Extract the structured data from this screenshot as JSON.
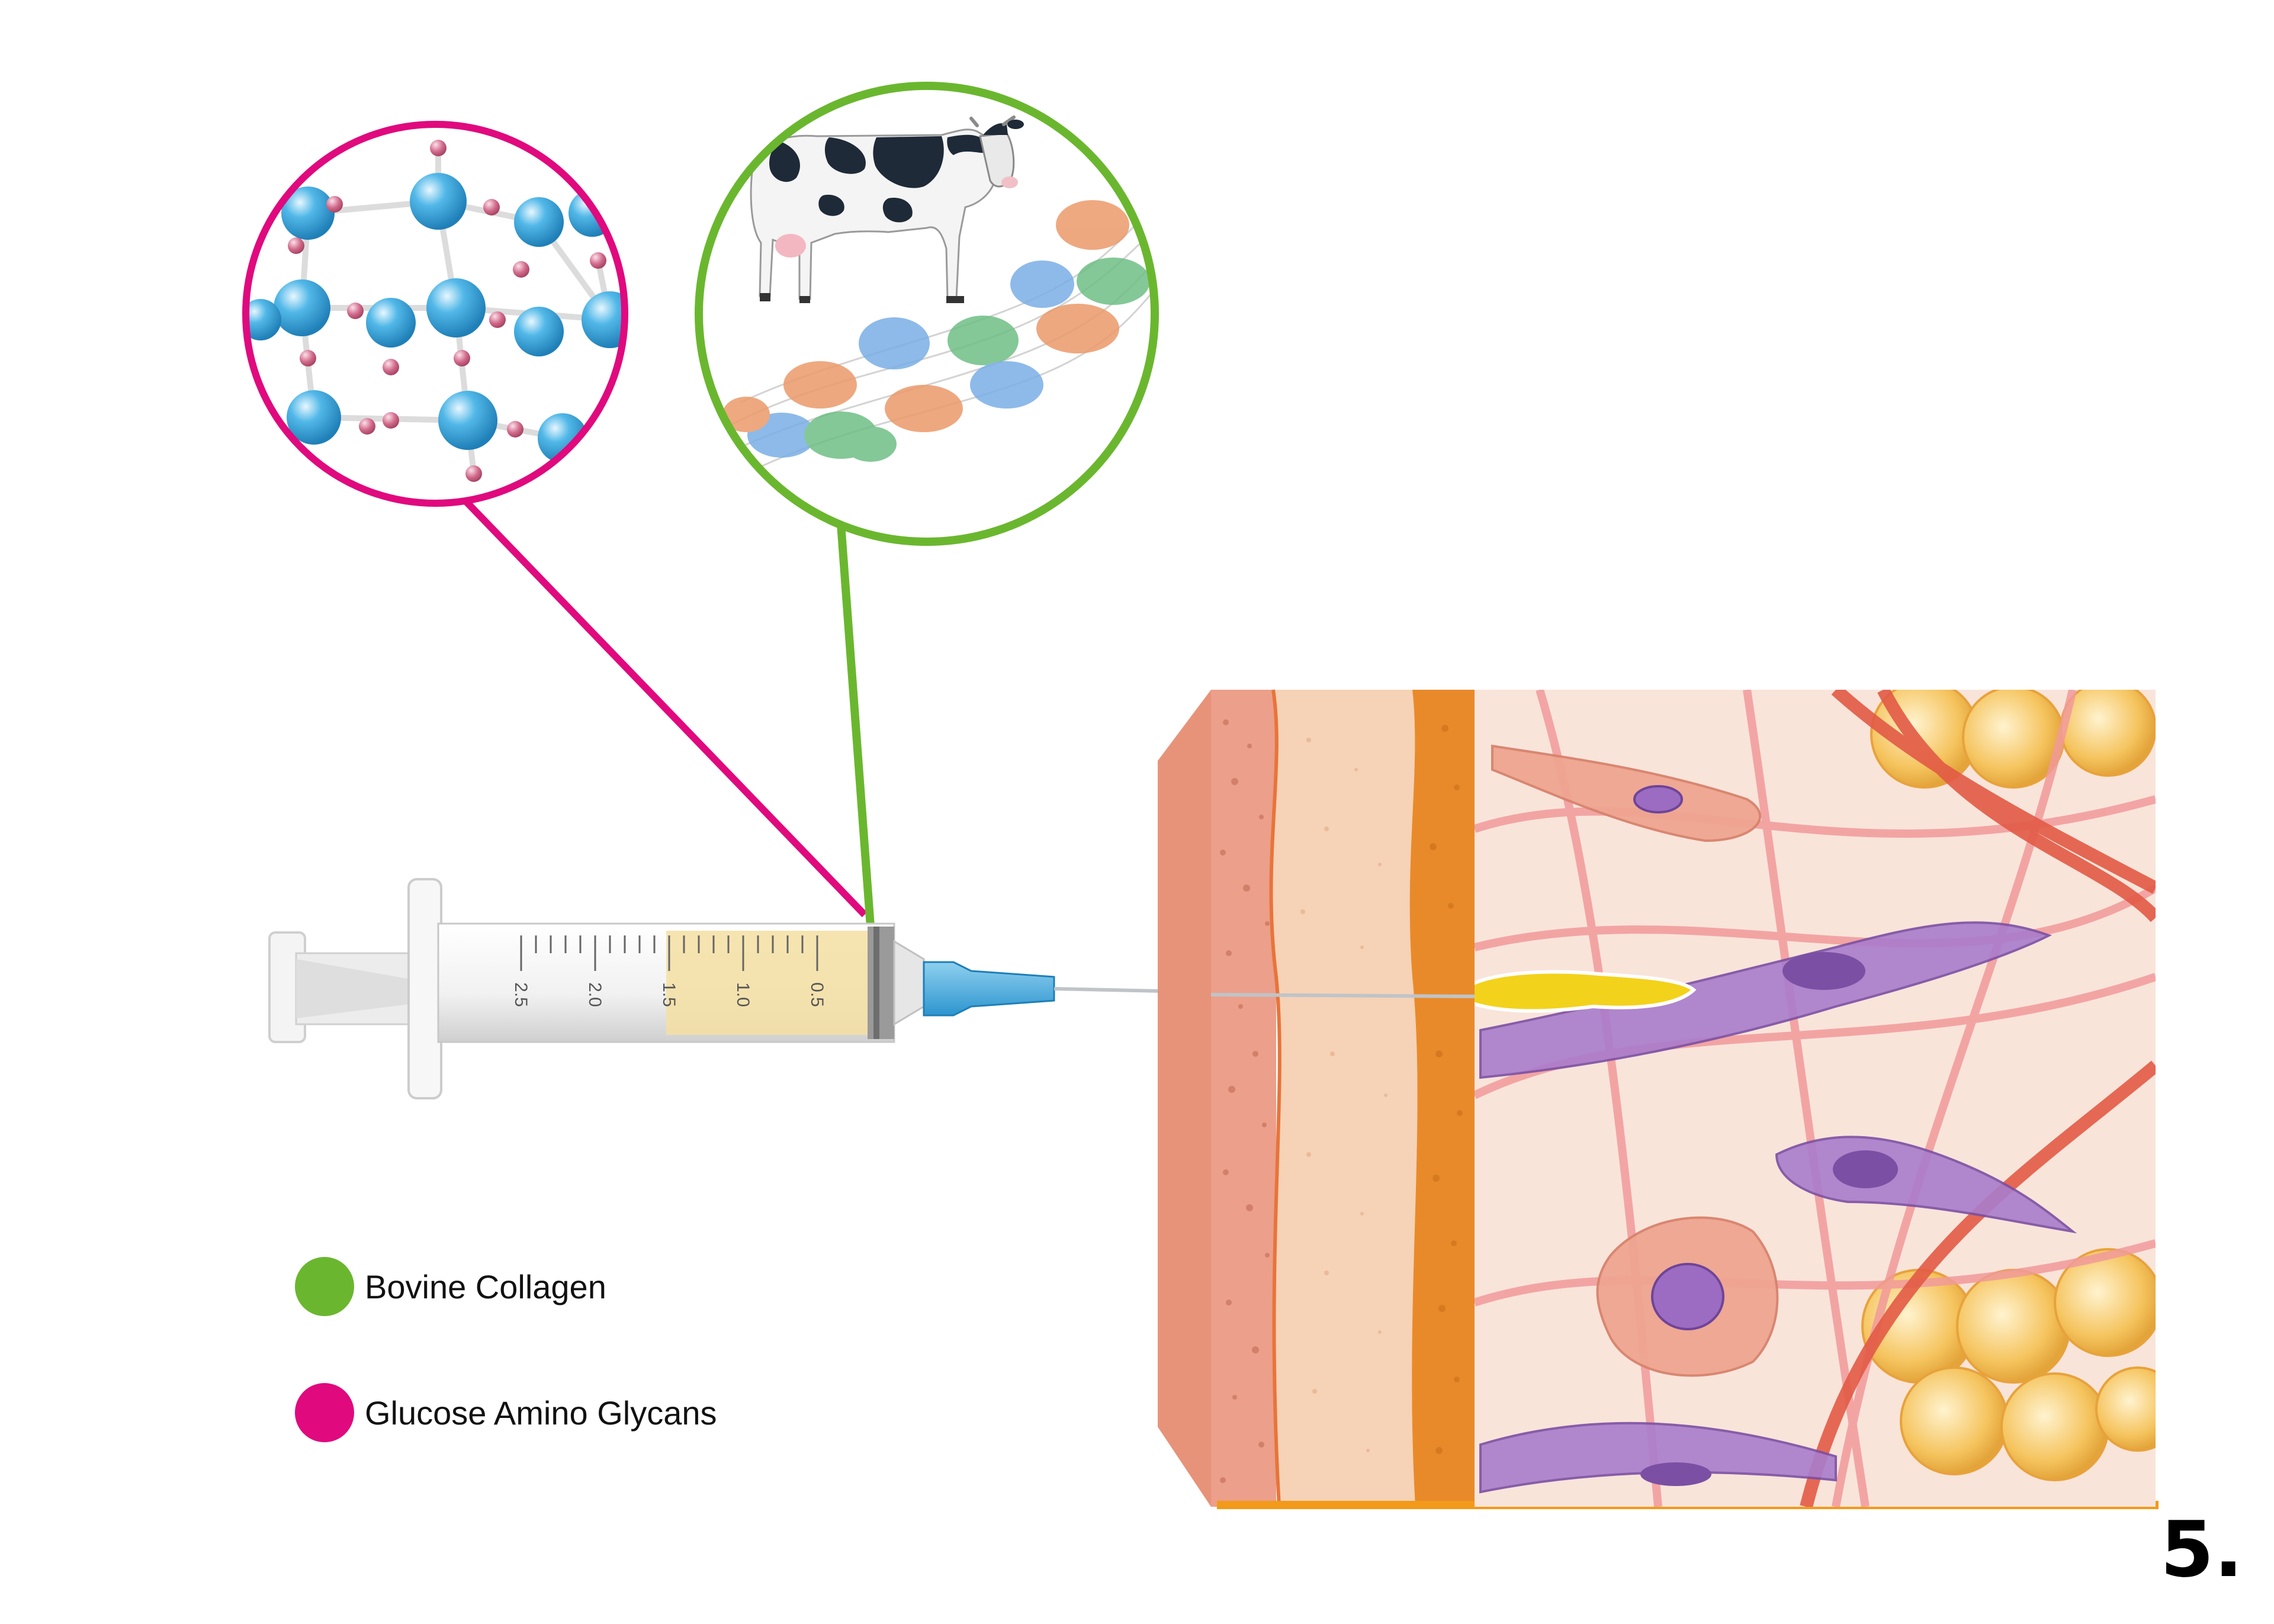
{
  "colors": {
    "bovine_collagen": "#6ab72f",
    "glucose_amino_glycans": "#e0097e",
    "molecule_blue": "#3fa9df",
    "molecule_pink": "#d0607f",
    "skin_epidermis": "#eaa18a",
    "skin_dermis": "#f5cfb3",
    "skin_orange": "#e98a2a",
    "fat_yellow": "#f4c25a",
    "cell_purple": "#9b6cc1",
    "fiber_red": "#e86a5e",
    "filler_yellow": "#f3d21c"
  },
  "legend": [
    {
      "label": "Bovine Collagen",
      "color_key": "bovine_collagen"
    },
    {
      "label": "Glucose Amino Glycans",
      "color_key": "glucose_amino_glycans"
    }
  ],
  "syringe": {
    "scale_labels": [
      "2.5",
      "2.0",
      "1.5",
      "1.0",
      "0.5"
    ]
  },
  "figure_number": "5.",
  "icons": [
    "cow-icon",
    "syringe-icon"
  ]
}
